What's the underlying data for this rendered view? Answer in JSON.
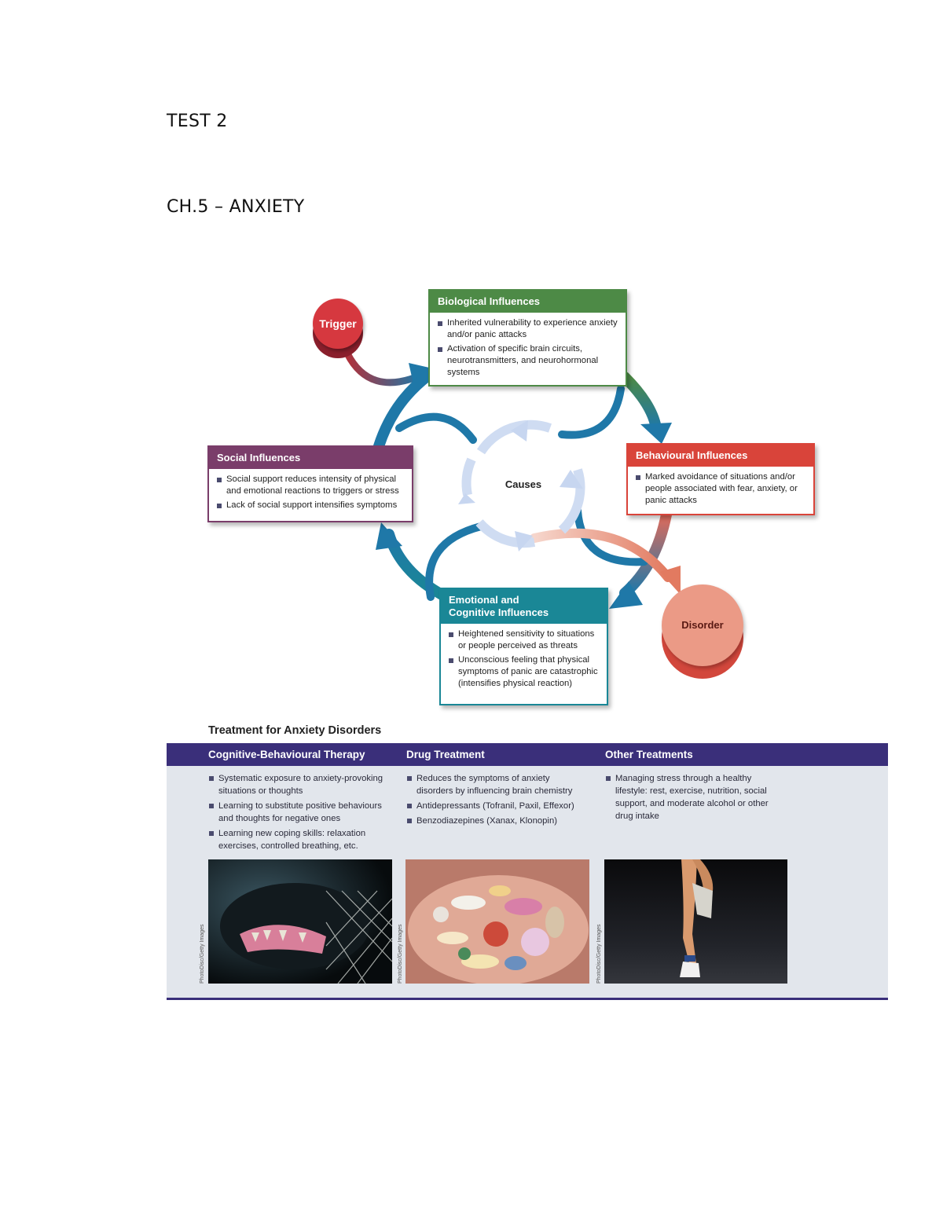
{
  "doc": {
    "title": "TEST 2",
    "chapter": "CH.5 – ANXIETY"
  },
  "diagram": {
    "trigger": "Trigger",
    "causes": "Causes",
    "disorder": "Disorder",
    "biological": {
      "title": "Biological Influences",
      "items": [
        "Inherited vulnerability to experience anxiety and/or panic attacks",
        "Activation of specific brain circuits, neurotransmitters, and neurohormonal systems"
      ]
    },
    "behavioural": {
      "title": "Behavioural Influences",
      "items": [
        "Marked avoidance of situations and/or people associated with fear, anxiety, or panic attacks"
      ]
    },
    "social": {
      "title": "Social Influences",
      "items": [
        "Social support reduces intensity of physical and emotional reactions to triggers or stress",
        "Lack of social support intensifies symptoms"
      ]
    },
    "emotional": {
      "title_line1": "Emotional and",
      "title_line2": "Cognitive Influences",
      "items": [
        "Heightened sensitivity to situations or people perceived as threats",
        "Unconscious feeling that physical symptoms of panic are catastrophic (intensifies physical reaction)"
      ]
    },
    "colors": {
      "biological": "#4d8a46",
      "behavioural": "#d9443a",
      "social": "#7a3d6a",
      "emotional": "#1a8796",
      "trigger": "#c8323c",
      "disorder": "#e8826c",
      "arrow": "#1f78a8"
    }
  },
  "treatment": {
    "title": "Treatment for Anxiety Disorders",
    "columns": [
      {
        "title": "Cognitive-Behavioural Therapy",
        "items": [
          "Systematic exposure to anxiety-provoking situations or thoughts",
          "Learning to substitute positive behaviours and thoughts for negative ones",
          "Learning new coping skills: relaxation exercises, controlled breathing, etc."
        ],
        "photo_icon": "dog-photo",
        "credit": "PhotoDisc/Getty Images"
      },
      {
        "title": "Drug Treatment",
        "items": [
          "Reduces the symptoms of anxiety disorders by influencing brain chemistry",
          "Antidepressants (Tofranil, Paxil, Effexor)",
          "Benzodiazepines (Xanax, Klonopin)"
        ],
        "photo_icon": "pills-photo",
        "credit": "PhotoDisc/Getty Images"
      },
      {
        "title": "Other Treatments",
        "items": [
          "Managing stress through a healthy lifestyle: rest, exercise, nutrition, social support, and moderate alcohol or other drug intake"
        ],
        "photo_icon": "runner-photo",
        "credit": "PhotoDisc/Getty Images"
      }
    ],
    "colors": {
      "header": "#3a2f7a",
      "panel": "#e2e6ec"
    }
  }
}
